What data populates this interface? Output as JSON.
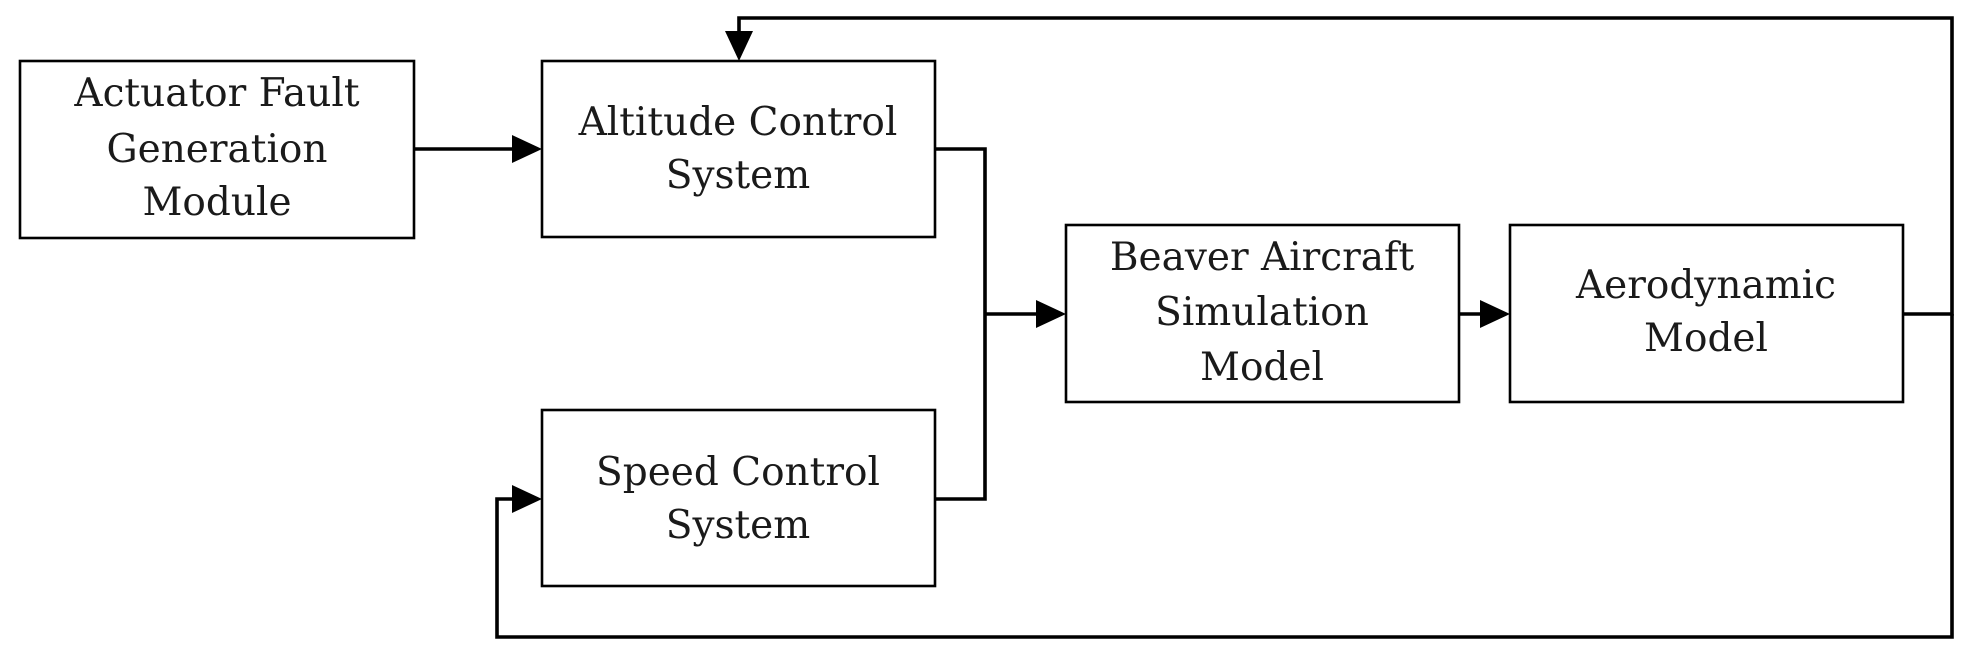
{
  "diagram": {
    "blocks": {
      "actuator_fault": [
        "Actuator Fault",
        "Generation",
        "Module"
      ],
      "altitude_control": [
        "Altitude Control",
        "System"
      ],
      "speed_control": [
        "Speed Control",
        "System"
      ],
      "beaver_sim": [
        "Beaver Aircraft",
        "Simulation",
        "Model"
      ],
      "aerodynamic": [
        "Aerodynamic",
        "Model"
      ]
    }
  }
}
